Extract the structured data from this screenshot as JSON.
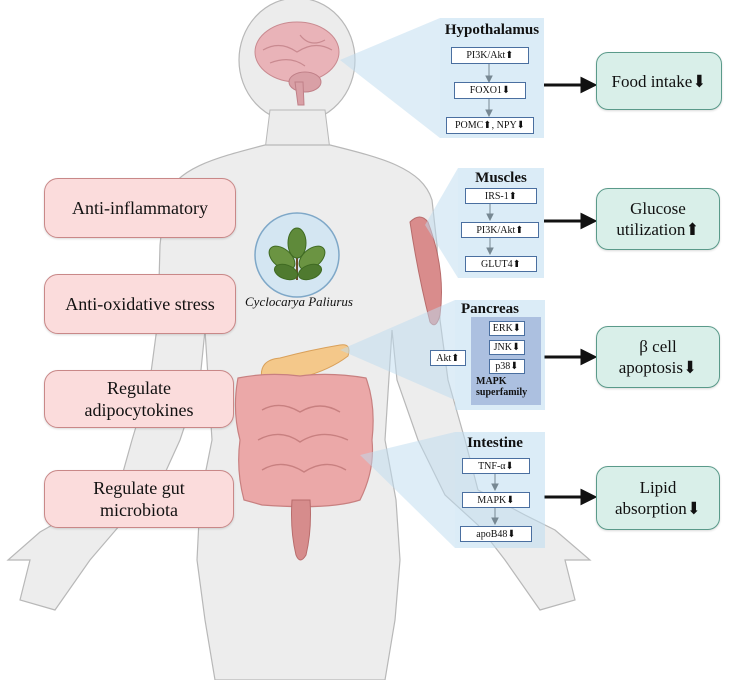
{
  "effects": [
    "Anti-inflammatory",
    "Anti-oxidative stress",
    "Regulate adipocytokines",
    "Regulate gut microbiota"
  ],
  "plant_label": "Cyclocarya Paliurus",
  "organs": {
    "hypothalamus": {
      "title": "Hypothalamus",
      "items": [
        "PI3K/Akt⬆",
        "FOXO1⬇",
        "POMC⬆, NPY⬇"
      ]
    },
    "muscles": {
      "title": "Muscles",
      "items": [
        "IRS-1⬆",
        "PI3K/Akt⬆",
        "GLUT4⬆"
      ]
    },
    "pancreas": {
      "title": "Pancreas",
      "akt": "Akt⬆",
      "items": [
        "ERK⬇",
        "JNK⬇",
        "p38⬇"
      ],
      "group_label": "MAPK superfamily"
    },
    "intestine": {
      "title": "Intestine",
      "items": [
        "TNF-α⬇",
        "MAPK⬇",
        "apoB48⬇"
      ]
    }
  },
  "outcomes": [
    "Food intake⬇",
    "Glucose utilization⬆",
    "β cell apoptosis⬇",
    "Lipid absorption⬇"
  ],
  "colors": {
    "effect_fill": "#fbdcdc",
    "outcome_fill": "#d9efe9",
    "panel_fill": "#bedcf0",
    "body_fill": "#ededed"
  }
}
